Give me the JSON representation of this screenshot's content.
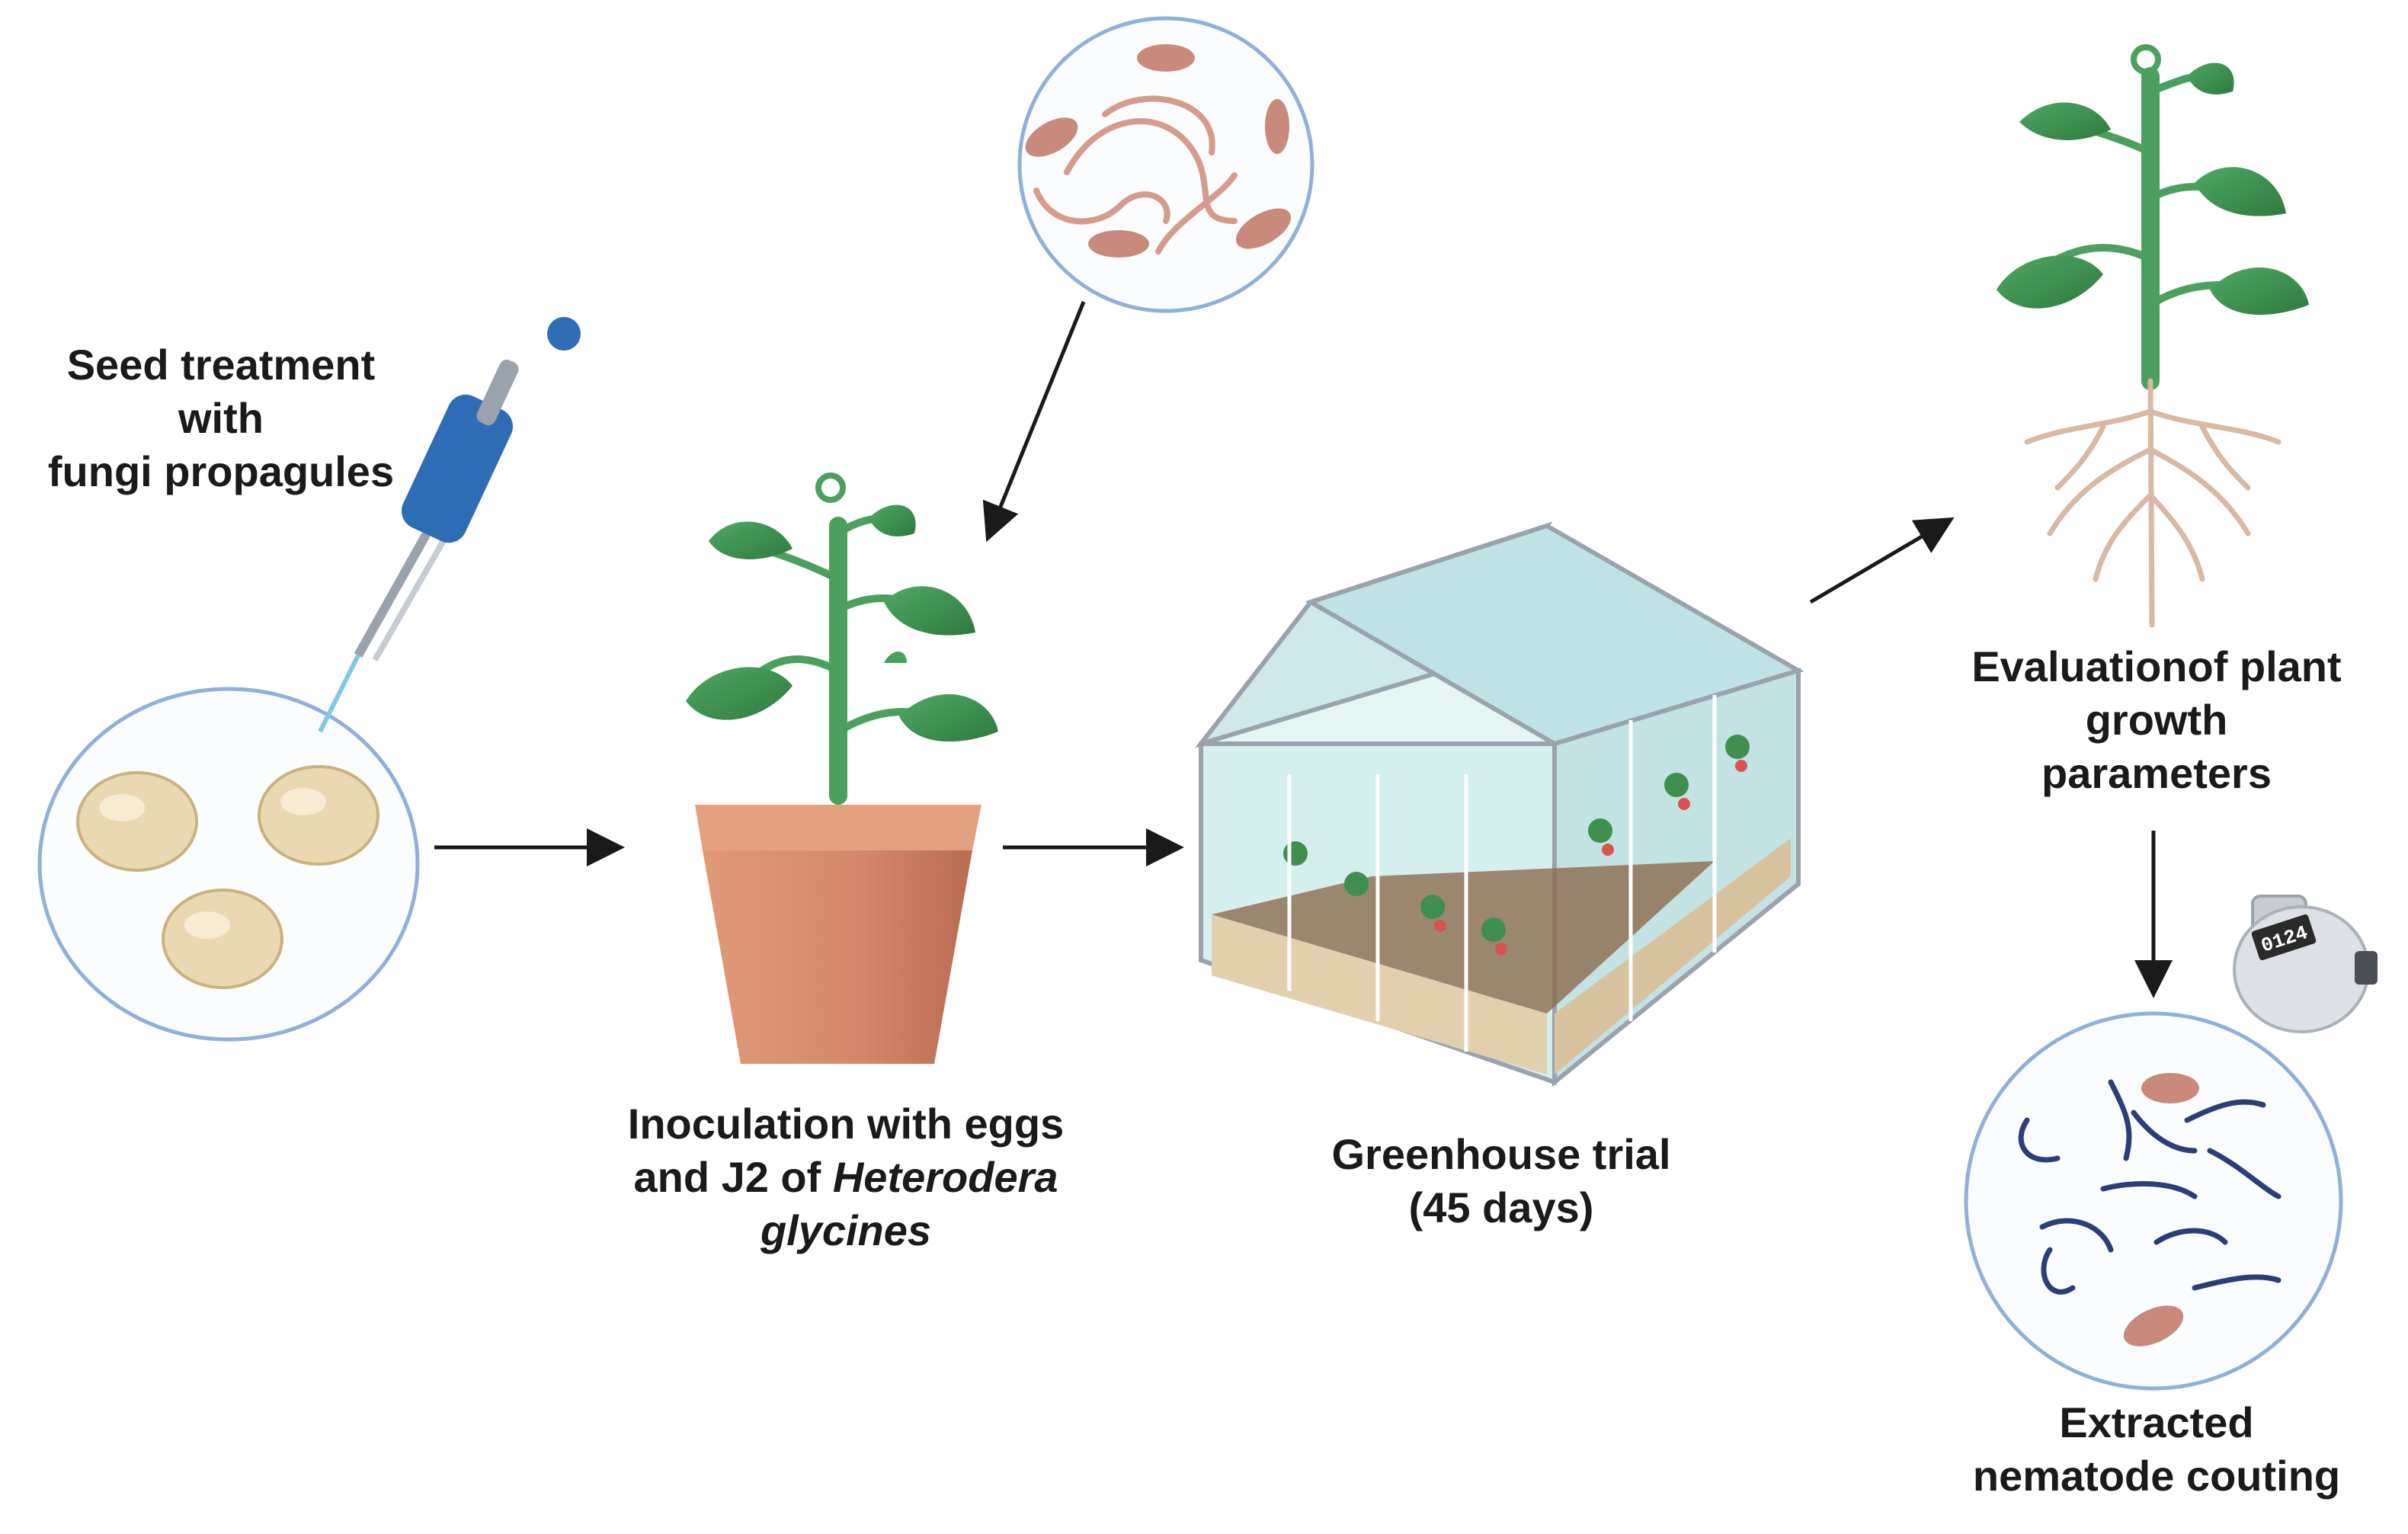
{
  "steps": {
    "seed": {
      "lines": [
        "Seed treatment",
        "with",
        "fungi propagules"
      ]
    },
    "inoculation": {
      "line1": "Inoculation with eggs",
      "line2_plain": "and J2 of ",
      "line2_italic": "Heterodera",
      "line3_italic": "glycines"
    },
    "greenhouse": {
      "lines": [
        "Greenhouse trial",
        "(45 days)"
      ]
    },
    "evaluation": {
      "lines": [
        "Evaluationof plant",
        "growth",
        "parameters"
      ]
    },
    "counting": {
      "lines": [
        "Extracted",
        "nematode couting"
      ]
    }
  },
  "counter_display": "0124",
  "colors": {
    "circle_stroke": "#8fb0d9",
    "seed_fill": "#e9d8b0",
    "leaf": "#3f8f4f",
    "stem": "#4aa05c",
    "pot": "#d68a68",
    "nematode_pink": "#c98a7c",
    "nematode_blue": "#2b3e7a",
    "arrow": "#1a1a1a",
    "glass": "#bfe3e4",
    "soil": "#8c6b4e",
    "root": "#d9b8a4",
    "pipette": "#2e6db5"
  }
}
